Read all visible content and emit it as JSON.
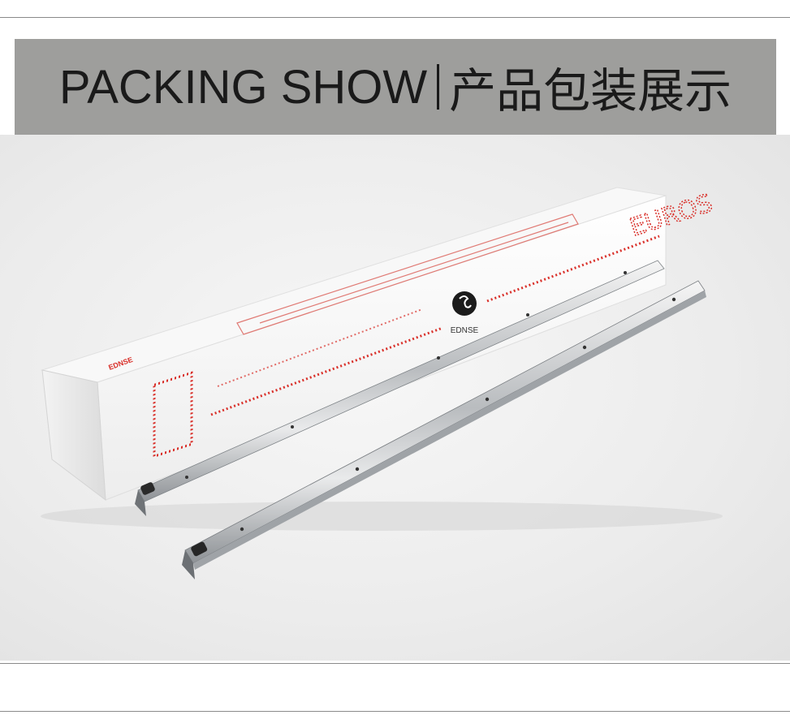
{
  "banner": {
    "title_en": "PACKING SHOW",
    "title_cn": "产品包装展示"
  },
  "product": {
    "logo_text": "EDNSE",
    "box_side_text": "EDNSE",
    "box_brand_text": "EUROS"
  },
  "colors": {
    "banner_bg": "#9e9e9c",
    "title_text": "#1a1a1a",
    "accent_red": "#d9302a"
  }
}
